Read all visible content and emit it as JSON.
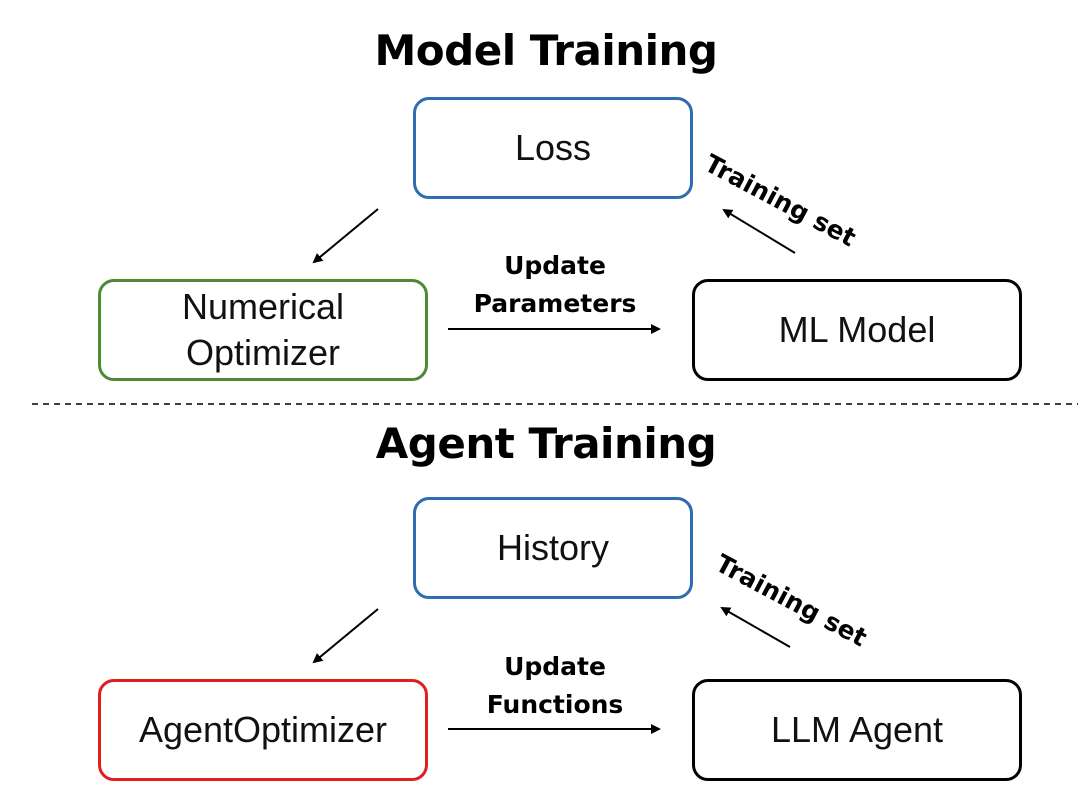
{
  "model": {
    "title": "Model Training",
    "top_box": "Loss",
    "left_box_line1": "Numerical",
    "left_box_line2": "Optimizer",
    "right_box": "ML Model",
    "update_line1": "Update",
    "update_line2": "Parameters",
    "side_label": "Training set"
  },
  "agent": {
    "title": "Agent Training",
    "top_box": "History",
    "left_box": "AgentOptimizer",
    "right_box": "LLM Agent",
    "update_line1": "Update",
    "update_line2": "Functions",
    "side_label": "Training set"
  },
  "colors": {
    "loss_border": "#2e6db4",
    "optimizer_border": "#4d8a33",
    "agent_optimizer_border": "#e01e1e",
    "model_border": "#000000"
  }
}
